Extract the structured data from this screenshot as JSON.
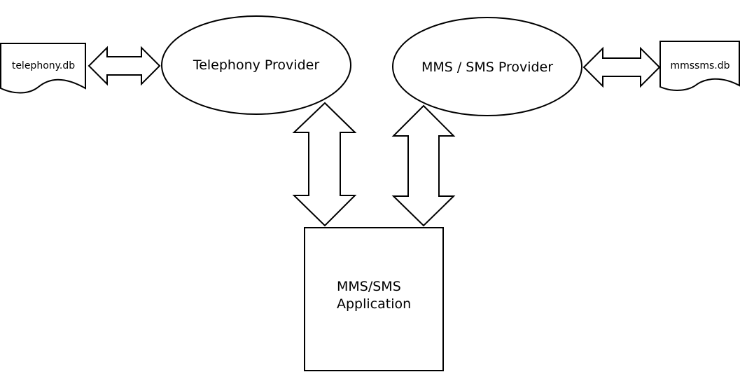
{
  "diagram": {
    "nodes": {
      "telephony_db": {
        "label": "telephony.db",
        "shape": "document"
      },
      "telephony_provider": {
        "label": "Telephony Provider",
        "shape": "ellipse"
      },
      "mms_sms_provider": {
        "label": "MMS / SMS Provider",
        "shape": "ellipse"
      },
      "mmssms_db": {
        "label": "mmssms.db",
        "shape": "document"
      },
      "app": {
        "label_line1": "MMS/SMS",
        "label_line2": "Application",
        "shape": "rectangle"
      }
    },
    "edges": [
      {
        "from": "telephony_db",
        "to": "telephony_provider",
        "style": "double-headed block arrow"
      },
      {
        "from": "mms_sms_provider",
        "to": "mmssms_db",
        "style": "double-headed block arrow"
      },
      {
        "from": "telephony_provider",
        "to": "app",
        "style": "double-headed block arrow"
      },
      {
        "from": "mms_sms_provider",
        "to": "app",
        "style": "double-headed block arrow"
      }
    ],
    "colors": {
      "stroke": "#000000",
      "fill": "#ffffff",
      "text": "#000000"
    }
  }
}
